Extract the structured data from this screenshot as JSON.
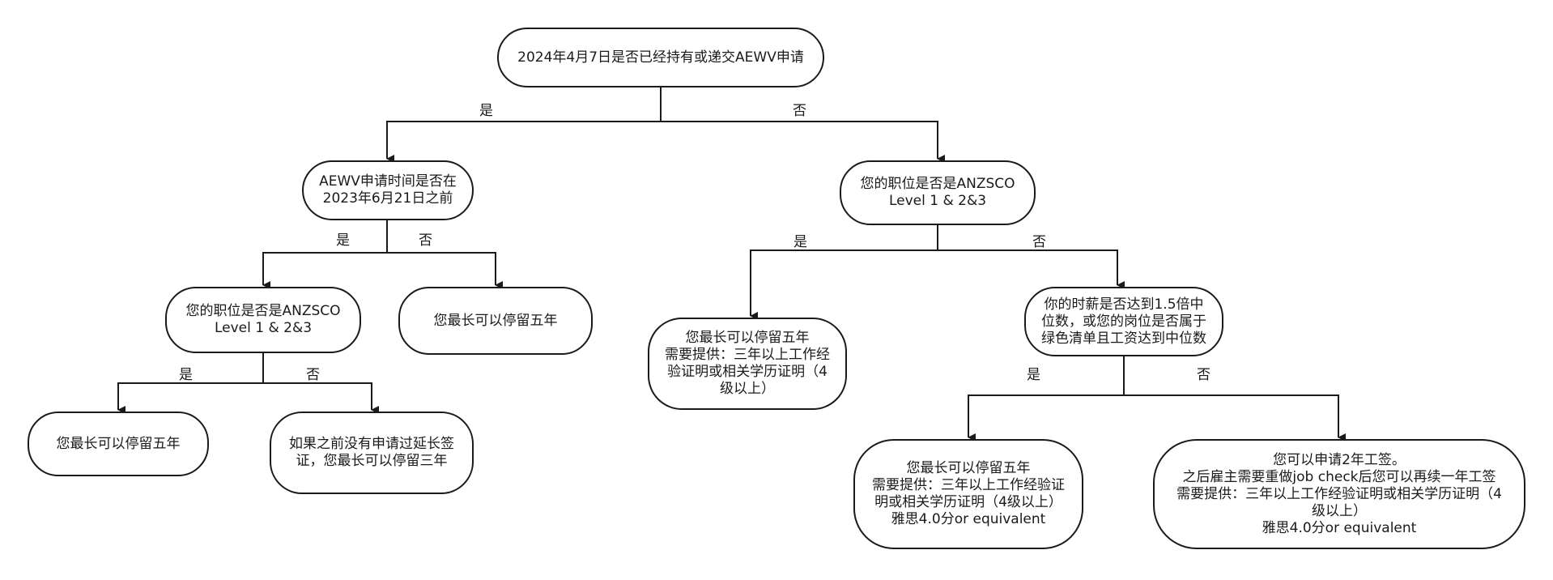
{
  "nodes": {
    "root": "2024年4月7日是否已经持有或递交AEWV申请",
    "aewv_date": "AEWV申请时间是否在\n2023年6月21日之前",
    "anzsco_right": "您的职位是否是ANZSCO\nLevel 1 & 2&3",
    "anzsco_left": "您的职位是否是ANZSCO\nLevel 1 & 2&3",
    "stay5_a": "您最长可以停留五年",
    "stay5_req_mid": "您最长可以停留五年\n需要提供：三年以上工作经\n验证明或相关学历证明（4\n级以上）",
    "wage_check": "你的时薪是否达到1.5倍中\n位数，或您的岗位是否属于\n绿色清单且工资达到中位数",
    "stay5_b": "您最长可以停留五年",
    "stay3": "如果之前没有申请过延长签\n证，您最长可以停留三年",
    "stay5_ielts": "您最长可以停留五年\n需要提供：三年以上工作经验证\n明或相关学历证明（4级以上）\n雅思4.0分or equivalent",
    "work2yr": "您可以申请2年工签。\n之后雇主需要重做job check后您可以再续一年工签\n需要提供：三年以上工作经验证明或相关学历证明（4\n级以上）\n雅思4.0分or equivalent"
  },
  "labels": {
    "root_yes": "是",
    "root_no": "否",
    "aewv_yes": "是",
    "aewv_no": "否",
    "anzsco_r_yes": "是",
    "anzsco_r_no": "否",
    "anzsco_l_yes": "是",
    "anzsco_l_no": "否",
    "wage_yes": "是",
    "wage_no": "否"
  }
}
